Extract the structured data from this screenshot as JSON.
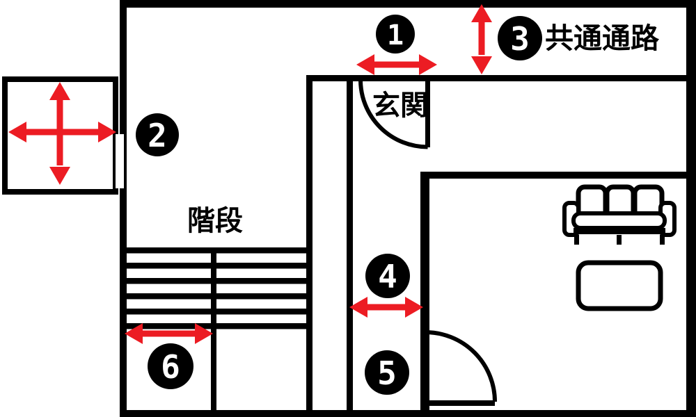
{
  "diagram": {
    "type": "apartment-floor-plan",
    "labels": {
      "corridor": "共通通路",
      "entrance": "玄関",
      "stairs": "階段"
    },
    "markers": [
      {
        "label": "1"
      },
      {
        "label": "2"
      },
      {
        "label": "3"
      },
      {
        "label": "4"
      },
      {
        "label": "5"
      },
      {
        "label": "6"
      }
    ],
    "colors": {
      "wall": "#000000",
      "arrow": "#ec1c23",
      "marker_bg": "#000000",
      "marker_text": "#ffffff",
      "background": "#ffffff"
    }
  }
}
